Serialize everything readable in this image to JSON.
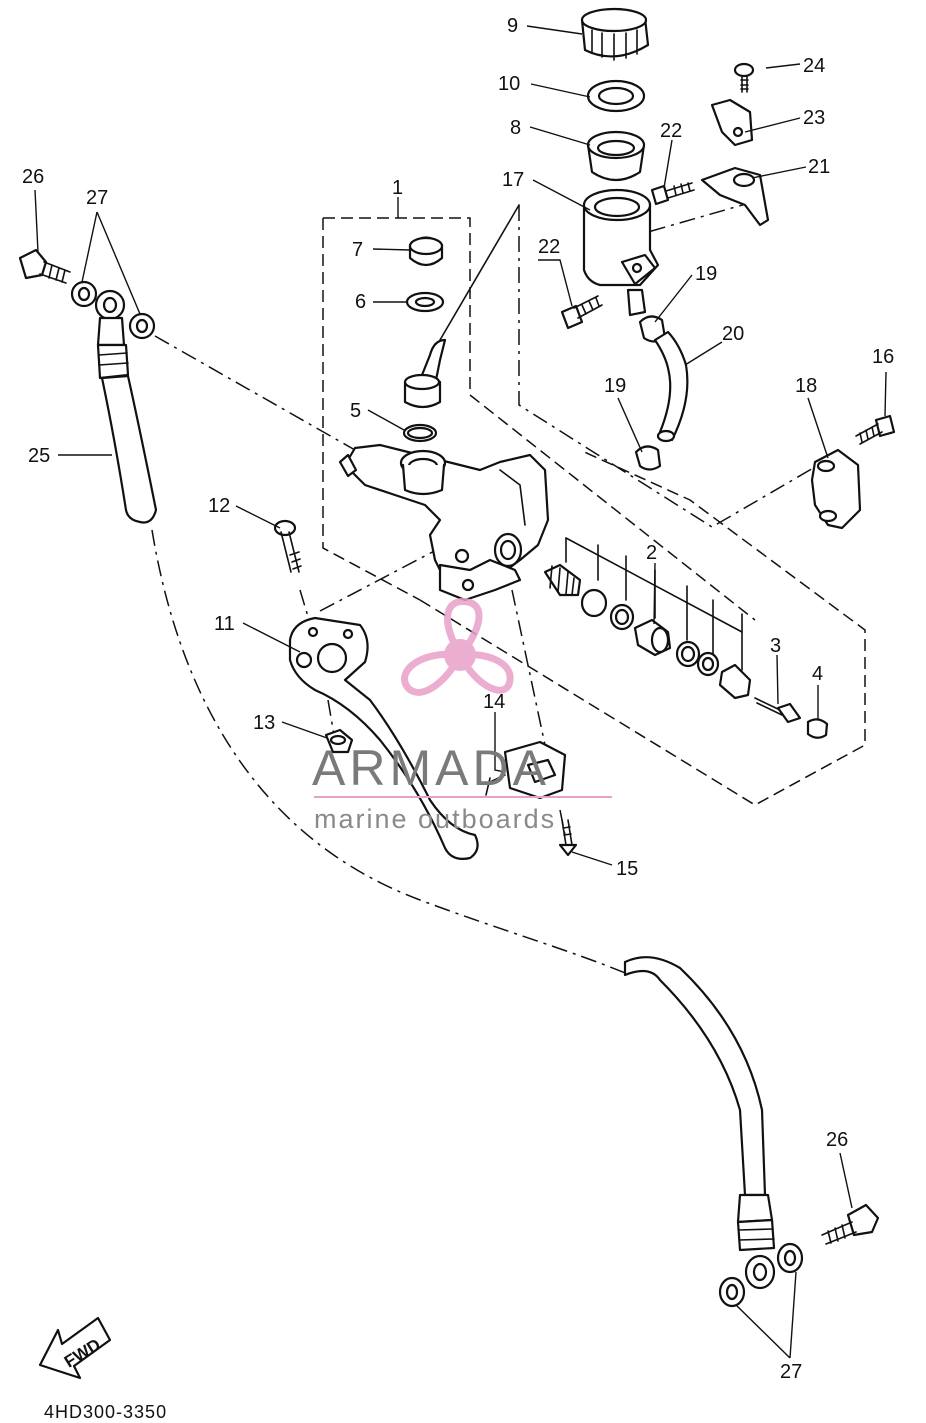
{
  "diagram": {
    "part_labels": {
      "p1": "1",
      "p2": "2",
      "p3": "3",
      "p4": "4",
      "p5": "5",
      "p6": "6",
      "p7": "7",
      "p8": "8",
      "p9": "9",
      "p10": "10",
      "p11": "11",
      "p12": "12",
      "p13": "13",
      "p14": "14",
      "p15": "15",
      "p16": "16",
      "p17": "17",
      "p18": "18",
      "p19a": "19",
      "p19b": "19",
      "p20": "20",
      "p21": "21",
      "p22a": "22",
      "p22b": "22",
      "p23": "23",
      "p24": "24",
      "p25": "25",
      "p26a": "26",
      "p26b": "26",
      "p27a": "27",
      "p27b": "27"
    },
    "drawing_code": "4HD300-3350",
    "fwd_label": "FWD"
  },
  "watermark": {
    "brand": "ARMADA",
    "tagline": "marine outboards",
    "color": "#e8a0c8"
  }
}
